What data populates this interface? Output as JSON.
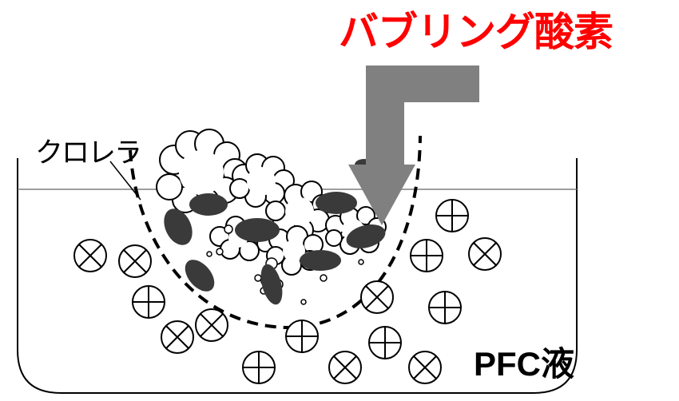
{
  "title": "バブリング酸素",
  "labels": {
    "chlorella": "クロレラ",
    "pfc": "PFC液"
  },
  "colors": {
    "title": "#ff0000",
    "arrow": "#808080",
    "algae": "#3a3a3a"
  }
}
